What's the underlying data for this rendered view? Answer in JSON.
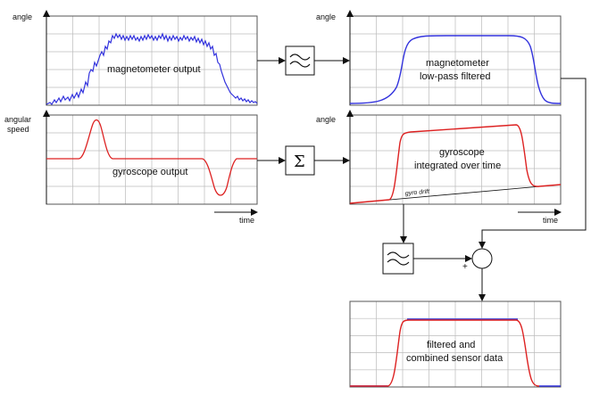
{
  "colors": {
    "magnetometer": "#3333dd",
    "gyroscope": "#dd2222",
    "grid": "#bbbbbb",
    "frame": "#555555",
    "arrow": "#111111"
  },
  "icons": {
    "filter": "low-pass-filter-icon",
    "integrator": "sigma-icon",
    "sum": "summing-junction-icon"
  },
  "labels": {
    "angle": "angle",
    "angular_1": "angular",
    "angular_2": "speed",
    "time": "time",
    "sigma": "Σ",
    "plus": "+",
    "gyro_drift": "gyro drift"
  },
  "plots": {
    "mag_raw": "magnetometer output",
    "gyro_raw": "gyroscope output",
    "mag_filtered_1": "magnetometer",
    "mag_filtered_2": "low-pass filtered",
    "gyro_int_1": "gyroscope",
    "gyro_int_2": "integrated over time",
    "combined_1": "filtered and",
    "combined_2": "combined sensor data"
  }
}
